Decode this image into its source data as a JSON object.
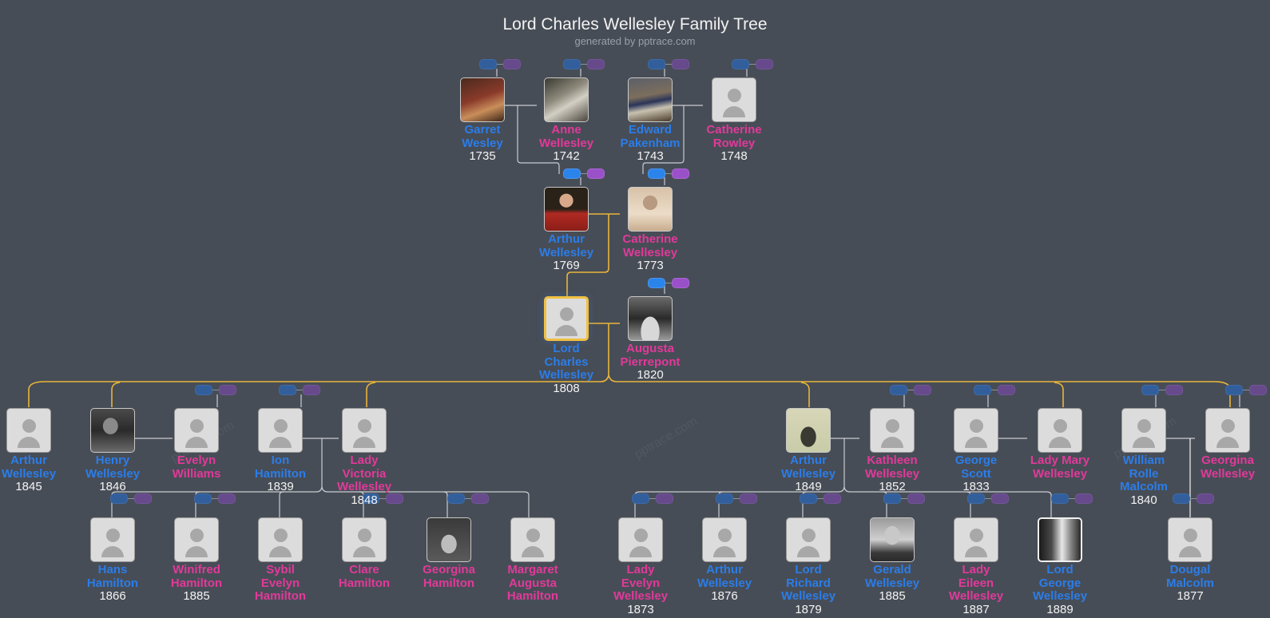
{
  "header": {
    "title": "Lord Charles Wellesley Family Tree",
    "subtitle": "generated by pptrace.com"
  },
  "watermark": "pptrace.com",
  "colors": {
    "background": "#474d56",
    "male": "#2b7de9",
    "female": "#e2399a",
    "focus_line": "#e8b53a",
    "line": "#d0d3d8",
    "toggle_blue": "#2b84ea",
    "toggle_purple": "#9a50c8"
  },
  "people": {
    "garret_wesley": {
      "first": "Garret",
      "last": "Wesley",
      "year": "1735",
      "sex": "m",
      "photo": true
    },
    "anne_wellesley": {
      "first": "Anne",
      "last": "Wellesley",
      "year": "1742",
      "sex": "f",
      "photo": true
    },
    "edward_pakenham": {
      "first": "Edward",
      "last": "Pakenham",
      "year": "1743",
      "sex": "m",
      "photo": true
    },
    "catherine_rowley": {
      "first": "Catherine",
      "last": "Rowley",
      "year": "1748",
      "sex": "f",
      "photo": false
    },
    "arthur_wellesley_1769": {
      "first": "Arthur",
      "last": "Wellesley",
      "year": "1769",
      "sex": "m",
      "photo": true
    },
    "catherine_wellesley": {
      "first": "Catherine",
      "last": "Wellesley",
      "year": "1773",
      "sex": "f",
      "photo": true
    },
    "lord_charles_wellesley": {
      "first": "Lord",
      "middle": "Charles",
      "last": "Wellesley",
      "year": "1808",
      "sex": "m",
      "photo": false,
      "focus": true
    },
    "augusta_pierrepont": {
      "first": "Augusta",
      "last": "Pierrepont",
      "year": "1820",
      "sex": "f",
      "photo": true
    },
    "arthur_wellesley_1845": {
      "first": "Arthur",
      "last": "Wellesley",
      "year": "1845",
      "sex": "m",
      "photo": false
    },
    "henry_wellesley": {
      "first": "Henry",
      "last": "Wellesley",
      "year": "1846",
      "sex": "m",
      "photo": true
    },
    "evelyn_williams": {
      "first": "Evelyn",
      "last": "Williams",
      "year": "",
      "sex": "f",
      "photo": false
    },
    "ion_hamilton": {
      "first": "Ion",
      "last": "Hamilton",
      "year": "1839",
      "sex": "m",
      "photo": false
    },
    "lady_victoria_wellesley": {
      "first": "Lady",
      "middle": "Victoria",
      "last": "Wellesley",
      "year": "1848",
      "sex": "f",
      "photo": false
    },
    "arthur_wellesley_1849": {
      "first": "Arthur",
      "last": "Wellesley",
      "year": "1849",
      "sex": "m",
      "photo": true
    },
    "kathleen_wellesley": {
      "first": "Kathleen",
      "last": "Wellesley",
      "year": "1852",
      "sex": "f",
      "photo": false
    },
    "george_scott": {
      "first": "George",
      "last": "Scott",
      "year": "1833",
      "sex": "m",
      "photo": false
    },
    "lady_mary_wellesley": {
      "first": "Lady Mary",
      "last": "Wellesley",
      "year": "",
      "sex": "f",
      "photo": false
    },
    "william_rolle_malcolm": {
      "first": "William",
      "middle": "Rolle",
      "last": "Malcolm",
      "year": "1840",
      "sex": "m",
      "photo": false
    },
    "georgina_wellesley": {
      "first": "Georgina",
      "last": "Wellesley",
      "year": "",
      "sex": "f",
      "photo": false
    },
    "hans_hamilton": {
      "first": "Hans",
      "last": "Hamilton",
      "year": "1866",
      "sex": "m",
      "photo": false
    },
    "winifred_hamilton": {
      "first": "Winifred",
      "last": "Hamilton",
      "year": "1885",
      "sex": "f",
      "photo": false
    },
    "sybil_evelyn_hamilton": {
      "first": "Sybil",
      "middle": "Evelyn",
      "last": "Hamilton",
      "year": "",
      "sex": "f",
      "photo": false
    },
    "clare_hamilton": {
      "first": "Clare",
      "last": "Hamilton",
      "year": "",
      "sex": "f",
      "photo": false
    },
    "georgina_hamilton": {
      "first": "Georgina",
      "last": "Hamilton",
      "year": "",
      "sex": "f",
      "photo": true
    },
    "margaret_augusta_hamilton": {
      "first": "Margaret",
      "middle": "Augusta",
      "last": "Hamilton",
      "year": "",
      "sex": "f",
      "photo": false
    },
    "lady_evelyn_wellesley": {
      "first": "Lady",
      "middle": "Evelyn",
      "last": "Wellesley",
      "year": "1873",
      "sex": "f",
      "photo": false
    },
    "arthur_wellesley_1876": {
      "first": "Arthur",
      "last": "Wellesley",
      "year": "1876",
      "sex": "m",
      "photo": false
    },
    "lord_richard_wellesley": {
      "first": "Lord",
      "middle": "Richard",
      "last": "Wellesley",
      "year": "1879",
      "sex": "m",
      "photo": false
    },
    "gerald_wellesley": {
      "first": "Gerald",
      "last": "Wellesley",
      "year": "1885",
      "sex": "m",
      "photo": true
    },
    "lady_eileen_wellesley": {
      "first": "Lady",
      "middle": "Eileen",
      "last": "Wellesley",
      "year": "1887",
      "sex": "f",
      "photo": false
    },
    "lord_george_wellesley": {
      "first": "Lord",
      "middle": "George",
      "last": "Wellesley",
      "year": "1889",
      "sex": "m",
      "photo": true
    },
    "dougal_malcolm": {
      "first": "Dougal",
      "last": "Malcolm",
      "year": "1877",
      "sex": "m",
      "photo": false
    }
  }
}
